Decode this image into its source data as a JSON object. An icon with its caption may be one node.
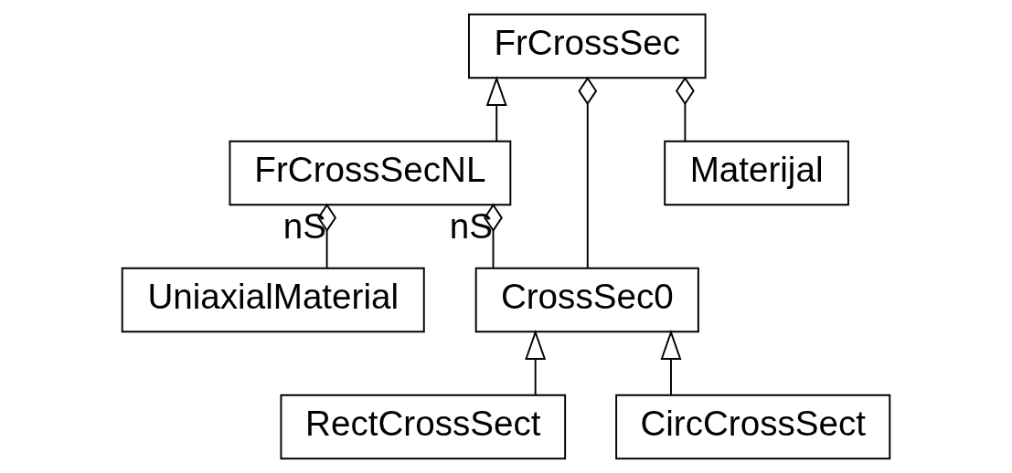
{
  "diagram": {
    "nodes": [
      {
        "text": [
          "FrCrossSec"
        ]
      },
      {
        "text": [
          "FrCrossSecNL"
        ]
      },
      {
        "text": [
          "UniaxialMaterial"
        ]
      },
      {
        "text": [
          "CrossSec0"
        ]
      },
      {
        "text": [
          "Materijal"
        ]
      },
      {
        "text": [
          "RectCrossSect"
        ]
      },
      {
        "text": [
          "CircCrossSect"
        ]
      }
    ],
    "edges": [
      {
        "from": 1,
        "to": 0,
        "arrow": "to"
      },
      {
        "from": 0,
        "to": 3,
        "arrow": "other"
      },
      {
        "from": 0,
        "to": 4,
        "arrow": "other"
      },
      {
        "from": 1,
        "to": 2,
        "arrow": "other",
        "label": "nS"
      },
      {
        "from": 1,
        "to": 3,
        "arrow": "other",
        "label": "nS"
      },
      {
        "from": 5,
        "to": 3,
        "arrow": "to"
      },
      {
        "from": 6,
        "to": 3,
        "arrow": "to"
      }
    ]
  }
}
